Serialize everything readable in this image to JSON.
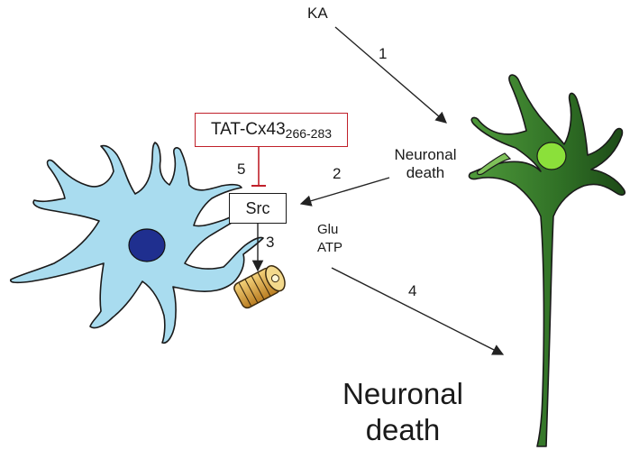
{
  "labels": {
    "ka": "KA",
    "neuronal_death_small_line1": "Neuronal",
    "neuronal_death_small_line2": "death",
    "glu": "Glu",
    "atp": "ATP",
    "neuronal_death_large_line1": "Neuronal",
    "neuronal_death_large_line2": "death"
  },
  "boxes": {
    "peptide_main": "TAT-Cx43",
    "peptide_sub": "266-283",
    "src": "Src"
  },
  "steps": [
    "1",
    "2",
    "3",
    "4",
    "5"
  ],
  "colors": {
    "astrocyte_fill": "#a9dcef",
    "astrocyte_nucleus": "#1f2f8f",
    "neuron_fill": "#2f6f25",
    "neuron_nucleus": "#8be03a",
    "inhibitor_red": "#c0202a",
    "hemichannel": "#d9a441"
  }
}
